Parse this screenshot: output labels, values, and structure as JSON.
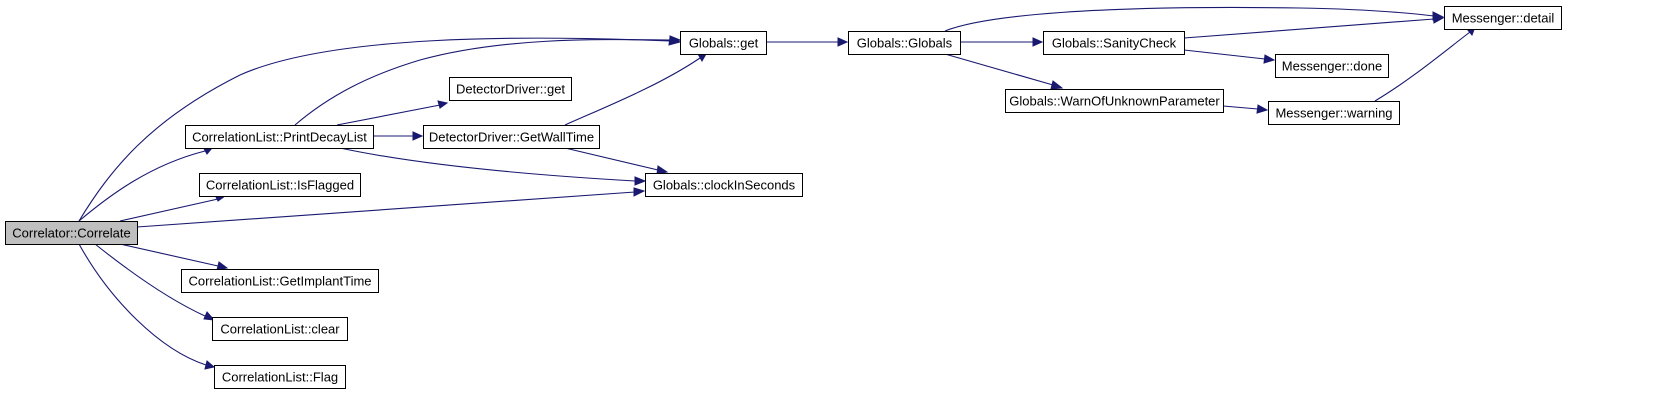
{
  "graph": {
    "edge_color": "#191970",
    "root_fill": "#bfbfbf",
    "nodes": [
      {
        "id": "correlate",
        "label": "Correlator::Correlate",
        "root": true
      },
      {
        "id": "globals_get",
        "label": "Globals::get"
      },
      {
        "id": "globals_ctor",
        "label": "Globals::Globals"
      },
      {
        "id": "sanity_check",
        "label": "Globals::SanityCheck"
      },
      {
        "id": "msg_detail",
        "label": "Messenger::detail"
      },
      {
        "id": "msg_done",
        "label": "Messenger::done"
      },
      {
        "id": "warn_unknown",
        "label": "Globals::WarnOfUnknownParameter"
      },
      {
        "id": "msg_warning",
        "label": "Messenger::warning"
      },
      {
        "id": "print_decay",
        "label": "CorrelationList::PrintDecayList"
      },
      {
        "id": "dd_get",
        "label": "DetectorDriver::get"
      },
      {
        "id": "dd_walltime",
        "label": "DetectorDriver::GetWallTime"
      },
      {
        "id": "clock_seconds",
        "label": "Globals::clockInSeconds"
      },
      {
        "id": "is_flagged",
        "label": "CorrelationList::IsFlagged"
      },
      {
        "id": "implant_time",
        "label": "CorrelationList::GetImplantTime"
      },
      {
        "id": "clear",
        "label": "CorrelationList::clear"
      },
      {
        "id": "flag",
        "label": "CorrelationList::Flag"
      }
    ],
    "edges": [
      [
        "correlate",
        "globals_get"
      ],
      [
        "correlate",
        "print_decay"
      ],
      [
        "correlate",
        "is_flagged"
      ],
      [
        "correlate",
        "clock_seconds"
      ],
      [
        "correlate",
        "implant_time"
      ],
      [
        "correlate",
        "clear"
      ],
      [
        "correlate",
        "flag"
      ],
      [
        "print_decay",
        "globals_get"
      ],
      [
        "print_decay",
        "dd_get"
      ],
      [
        "print_decay",
        "dd_walltime"
      ],
      [
        "print_decay",
        "clock_seconds"
      ],
      [
        "dd_walltime",
        "globals_get"
      ],
      [
        "dd_walltime",
        "clock_seconds"
      ],
      [
        "globals_get",
        "globals_ctor"
      ],
      [
        "globals_ctor",
        "msg_detail"
      ],
      [
        "globals_ctor",
        "sanity_check"
      ],
      [
        "globals_ctor",
        "warn_unknown"
      ],
      [
        "sanity_check",
        "msg_detail"
      ],
      [
        "sanity_check",
        "msg_done"
      ],
      [
        "warn_unknown",
        "msg_warning"
      ],
      [
        "msg_warning",
        "msg_detail"
      ]
    ]
  }
}
